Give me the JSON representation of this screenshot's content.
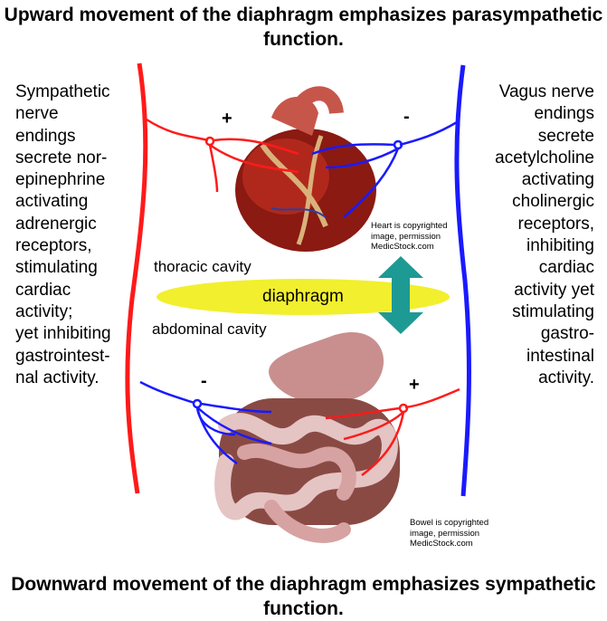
{
  "title_top": "Upward movement of the diaphragm emphasizes parasympathetic function.",
  "title_bottom": "Downward movement of the diaphragm emphasizes sympathetic function.",
  "left_text_lines": [
    "Sympathetic",
    "nerve",
    "endings",
    "secrete nor-",
    "epinephrine",
    "activating",
    "adrenergic",
    "receptors,",
    "stimulating",
    "cardiac",
    "activity;",
    "yet inhibiting",
    "gastrointest-",
    "nal activity."
  ],
  "right_text_lines": [
    "Vagus nerve",
    "endings",
    "secrete",
    "acetylcholine",
    "activating",
    "cholinergic",
    "receptors,",
    "inhibiting",
    "cardiac",
    "activity yet",
    "stimulating",
    "gastro-",
    "intestinal",
    "activity."
  ],
  "labels": {
    "thoracic": "thoracic cavity",
    "abdominal": "abdominal cavity",
    "diaphragm": "diaphragm"
  },
  "signs": {
    "heart_left": "+",
    "heart_right": "-",
    "bowel_left": "-",
    "bowel_right": "+"
  },
  "credits": {
    "heart": [
      "Heart is copyrighted",
      "image, permission",
      "MedicStock.com"
    ],
    "bowel": [
      "Bowel is copyrighted",
      "image, permission",
      "MedicStock.com"
    ]
  },
  "colors": {
    "sympathetic": "#ff1a1a",
    "parasympathetic": "#1a1aff",
    "diaphragm": "#f2ef2e",
    "arrow": "#1e9a94",
    "heart": "#9a1c14",
    "bowel": "#d7a2a2"
  }
}
